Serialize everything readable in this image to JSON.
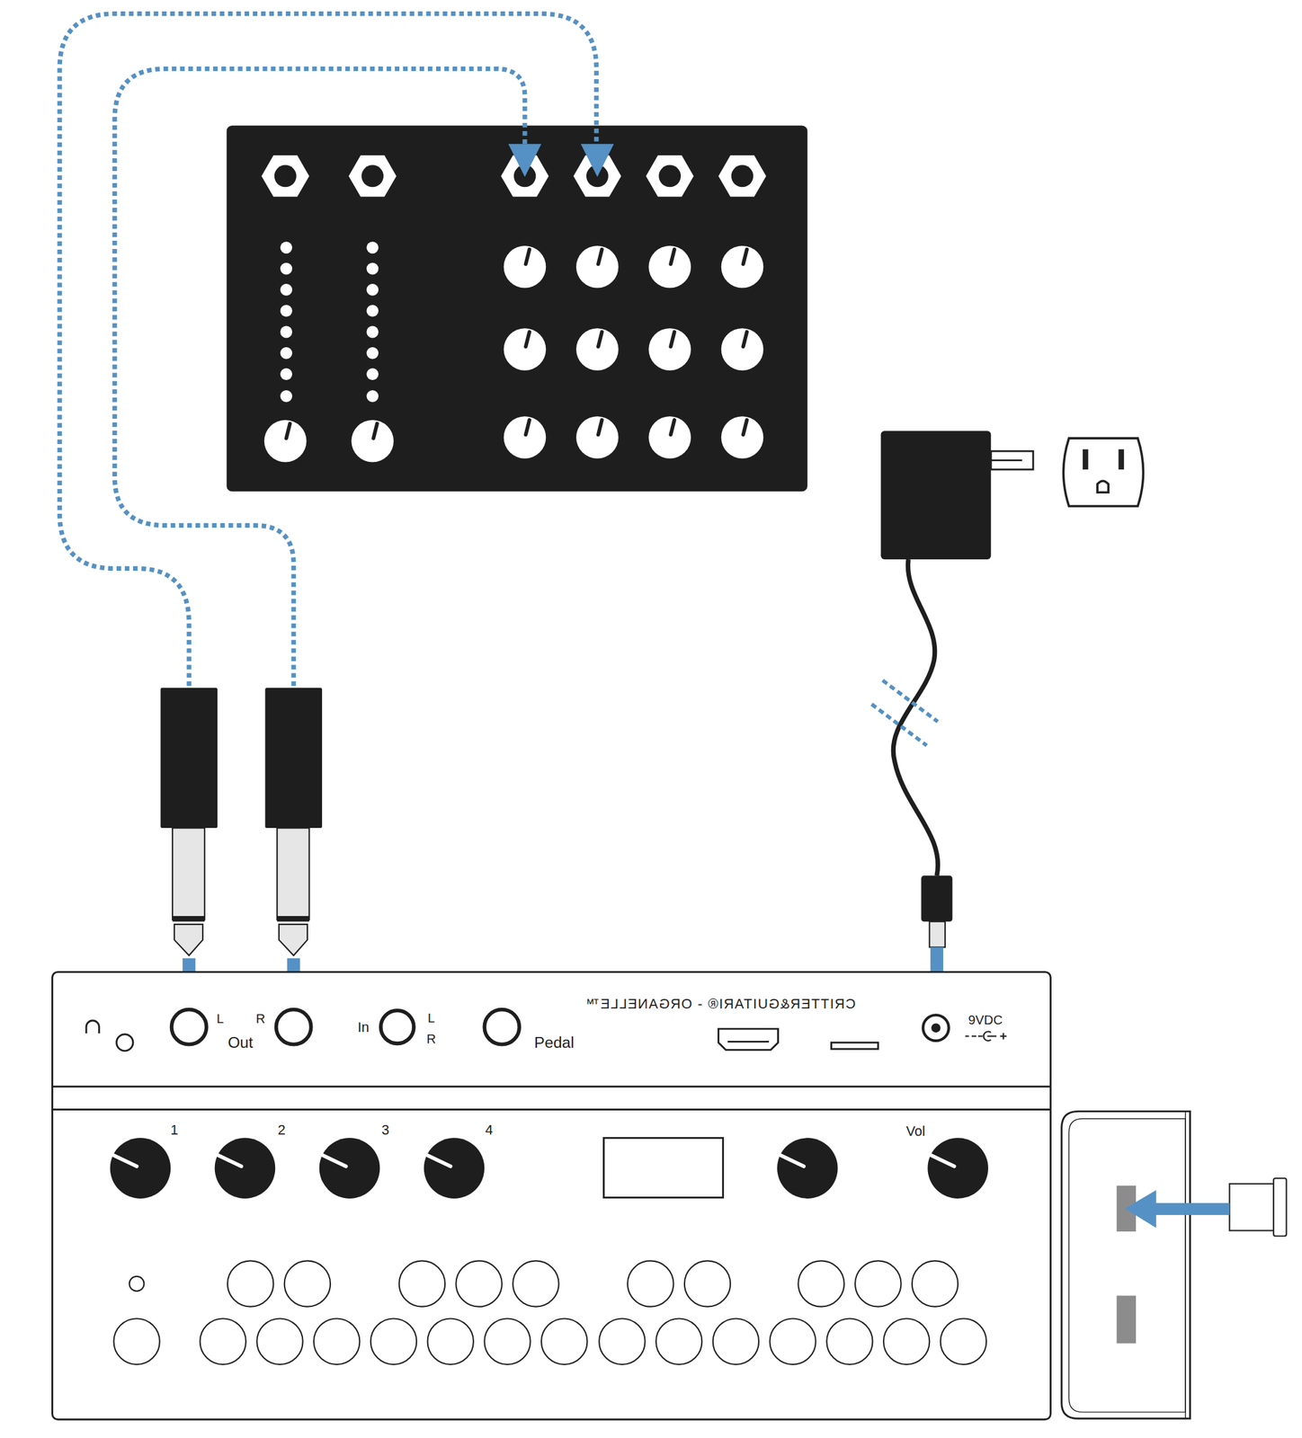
{
  "diagram": {
    "nodes": [
      {
        "text": [
          "CRITTER&GUITARI® - ORGANELLE™"
        ]
      }
    ],
    "labels": [
      "L",
      "R",
      "Out",
      "In",
      "L",
      "R",
      "Pedal",
      "9VDC",
      "1",
      "2",
      "3",
      "4",
      "Vol"
    ]
  }
}
